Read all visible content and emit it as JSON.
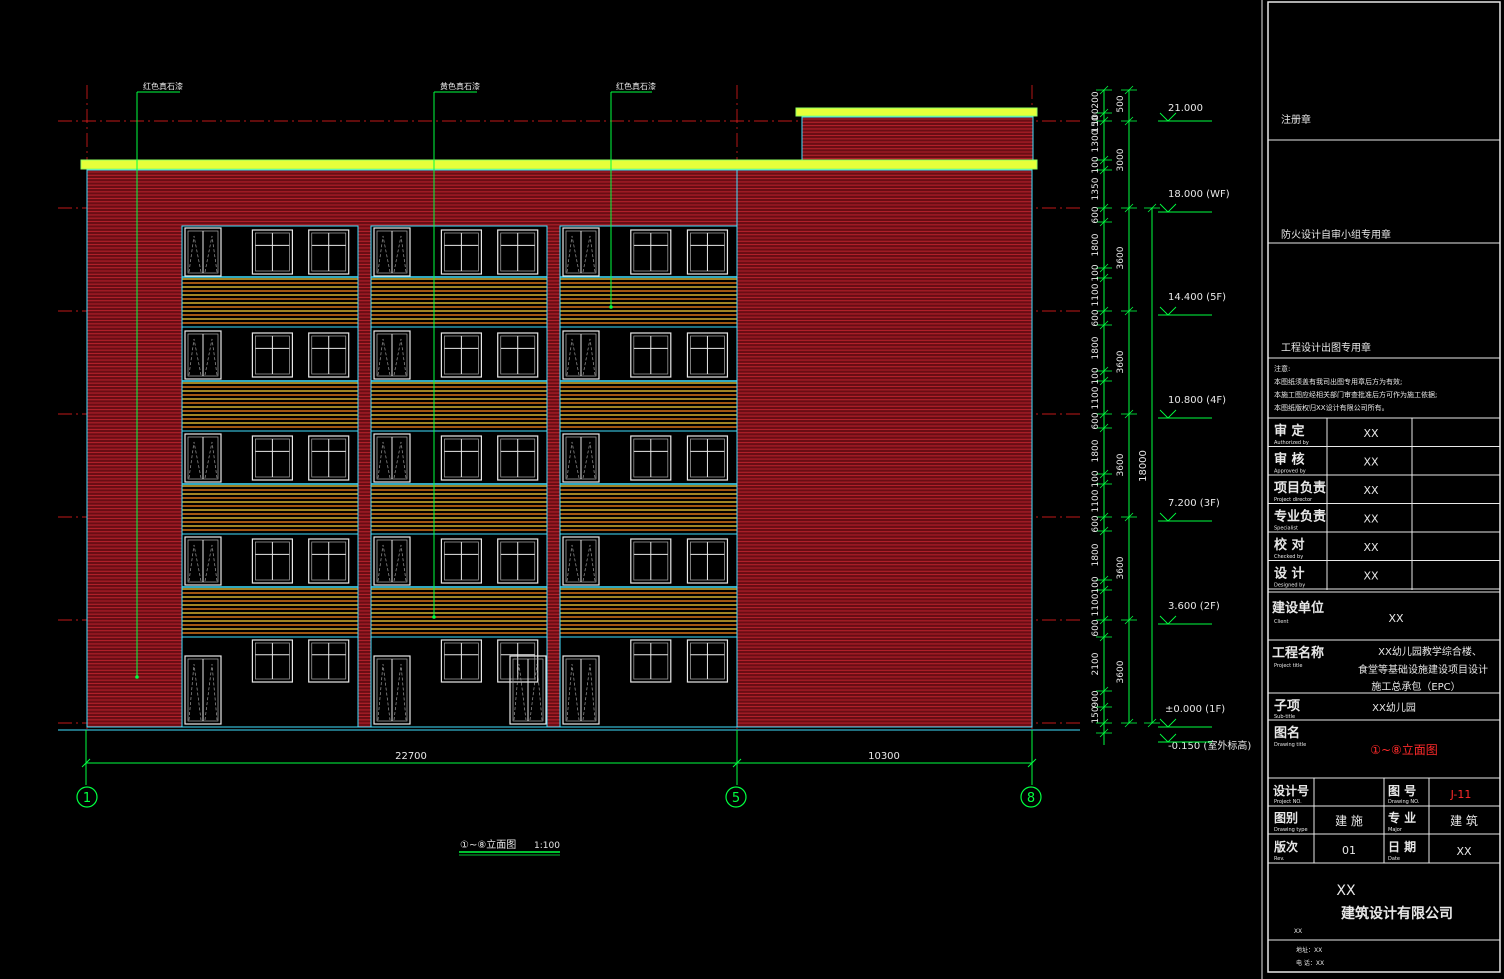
{
  "colors": {
    "background": "#000000",
    "wall_red": "#b0202a",
    "stripe_yellow": "#ffd23a",
    "stripe_orange": "#ff8a1e",
    "parapet": "#e6ff3a",
    "grid_line": "#ff2020",
    "dim_green": "#00ff40",
    "frame_white": "#e8e8e8",
    "cyan": "#40e0ff",
    "title_red": "#ff2a2a"
  },
  "material_labels": [
    {
      "text": "红色真石漆"
    },
    {
      "text": "黄色真石漆"
    },
    {
      "text": "红色真石漆"
    }
  ],
  "axes": {
    "labels": [
      "1",
      "5",
      "8"
    ],
    "spans": [
      "22700",
      "10300"
    ]
  },
  "drawing_title": {
    "text": "①~⑧立面图",
    "scale": "1:100"
  },
  "levels": [
    {
      "text": "21.000"
    },
    {
      "text": "18.000 (WF)"
    },
    {
      "text": "14.400 (5F)"
    },
    {
      "text": "10.800 (4F)"
    },
    {
      "text": "7.200 (3F)"
    },
    {
      "text": "3.600 (2F)"
    },
    {
      "text": "±0.000 (1F)"
    },
    {
      "text": "-0.150 (室外标高)"
    }
  ],
  "dims": {
    "col1": [
      "200",
      "100",
      "150",
      "1300",
      "100",
      "1350",
      "600",
      "1800",
      "100",
      "1100",
      "600",
      "1800",
      "100",
      "1100",
      "600",
      "1800",
      "100",
      "1100",
      "600",
      "1800",
      "100",
      "1100",
      "600",
      "2100",
      "900",
      "150"
    ],
    "col2": [
      "500",
      "3000",
      "3600",
      "3600",
      "3600",
      "3600",
      "3600"
    ],
    "total": "18000"
  },
  "title_block": {
    "seal1": "注册章",
    "seal2": "防火设计自审小组专用章",
    "seal3": "工程设计出图专用章",
    "notes": [
      "注意:",
      "本图纸须盖有我司出图专用章后方为有效;",
      "本施工图应经相关部门审查批准后方可作为施工依据;",
      "本图纸版权归XX设计有限公司所有。"
    ],
    "signatures": [
      {
        "label": "审  定",
        "en": "Authorized by",
        "value": "XX"
      },
      {
        "label": "审  核",
        "en": "Approved by",
        "value": "XX"
      },
      {
        "label": "项目负责",
        "en": "Project director",
        "value": "XX"
      },
      {
        "label": "专业负责",
        "en": "Specialist",
        "value": "XX"
      },
      {
        "label": "校  对",
        "en": "Checked by",
        "value": "XX"
      },
      {
        "label": "设  计",
        "en": "Designed by",
        "value": "XX"
      }
    ],
    "client_label": "建设单位",
    "client_en": "Client",
    "client_value": "XX",
    "project_label": "工程名称",
    "project_en": "Project title",
    "project_lines": [
      "XX幼儿园教学综合楼、",
      "食堂等基础设施建设项目设计",
      "施工总承包（EPC）"
    ],
    "subitem_label": "子项",
    "subitem_en": "Sub-title",
    "subitem_value": "XX幼儿园",
    "drawing_name_label": "图名",
    "drawing_name_en": "Drawing title",
    "drawing_name_value": "①~⑧立面图",
    "design_no_label": "设计号",
    "design_no_en": "Project NO.",
    "drawing_no_label": "图 号",
    "drawing_no_en": "Drawing NO.",
    "drawing_no_value": "J-11",
    "type_label": "图别",
    "type_en": "Drawing type",
    "type_value": "建 施",
    "major_label": "专 业",
    "major_en": "Major",
    "major_value": "建 筑",
    "version_label": "版次",
    "version_en": "Rev.",
    "version_value": "01",
    "date_label": "日 期",
    "date_en": "Date",
    "date_value": "XX",
    "company_line1": "XX",
    "company_line2": "建筑设计有限公司",
    "company_small": "XX",
    "address": "地址：XX",
    "phone": "电 话：XX"
  }
}
